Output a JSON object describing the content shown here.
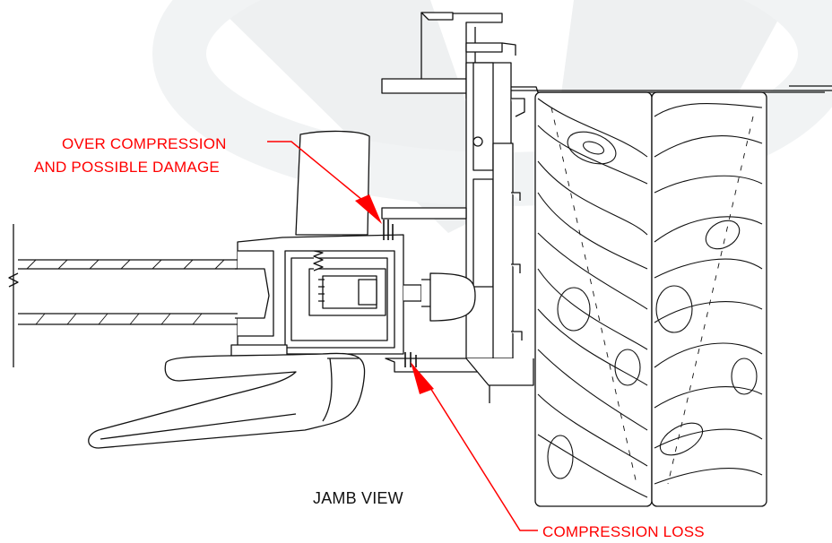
{
  "labels": {
    "over_compression_line1": "OVER COMPRESSION",
    "over_compression_line2": "AND POSSIBLE DAMAGE",
    "jamb_view": "JAMB VIEW",
    "compression_loss": "COMPRESSION LOSS"
  },
  "colors": {
    "annotation": "#ff0000",
    "linework": "#111111",
    "watermark": "#eef0f1",
    "background": "#ffffff"
  }
}
